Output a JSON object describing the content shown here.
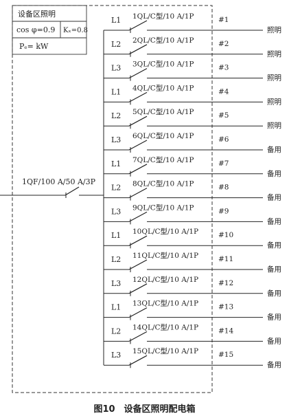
{
  "info_box": {
    "row1": "设备区照明",
    "row2_left": "cos φ=0.9",
    "row2_right": "Kₓ=0.8",
    "row3": "Pₑ= kW"
  },
  "main_breaker": "1QF/100 A/50 A/3P",
  "circuits": [
    {
      "phase": "L1",
      "breaker": "1QL/C型/10 A/1P",
      "id": "#1",
      "use": "照明"
    },
    {
      "phase": "L2",
      "breaker": "2QL/C型/10 A/1P",
      "id": "#2",
      "use": "照明"
    },
    {
      "phase": "L3",
      "breaker": "3QL/C型/10 A/1P",
      "id": "#3",
      "use": "照明"
    },
    {
      "phase": "L1",
      "breaker": "4QL/C型/10 A/1P",
      "id": "#4",
      "use": "照明"
    },
    {
      "phase": "L2",
      "breaker": "5QL/C型/10 A/1P",
      "id": "#5",
      "use": "照明"
    },
    {
      "phase": "L3",
      "breaker": "6QL/C型/10 A/1P",
      "id": "#6",
      "use": "备用"
    },
    {
      "phase": "L1",
      "breaker": "7QL/C型/10 A/1P",
      "id": "#7",
      "use": "备用"
    },
    {
      "phase": "L2",
      "breaker": "8QL/C型/10 A/1P",
      "id": "#8",
      "use": "备用"
    },
    {
      "phase": "L3",
      "breaker": "9QL/C型/10 A/1P",
      "id": "#9",
      "use": "备用"
    },
    {
      "phase": "L1",
      "breaker": "10QL/C型/10 A/1P",
      "id": "#10",
      "use": "备用"
    },
    {
      "phase": "L2",
      "breaker": "11QL/C型/10 A/1P",
      "id": "#11",
      "use": "备用"
    },
    {
      "phase": "L3",
      "breaker": "12QL/C型/10 A/1P",
      "id": "#12",
      "use": "备用"
    },
    {
      "phase": "L1",
      "breaker": "13QL/C型/10 A/1P",
      "id": "#13",
      "use": "备用"
    },
    {
      "phase": "L2",
      "breaker": "14QL/C型/10 A/1P",
      "id": "#14",
      "use": "备用"
    },
    {
      "phase": "L3",
      "breaker": "15QL/C型/10 A/1P",
      "id": "#15",
      "use": "备用"
    }
  ],
  "caption": "图10　设备区照明配电箱"
}
